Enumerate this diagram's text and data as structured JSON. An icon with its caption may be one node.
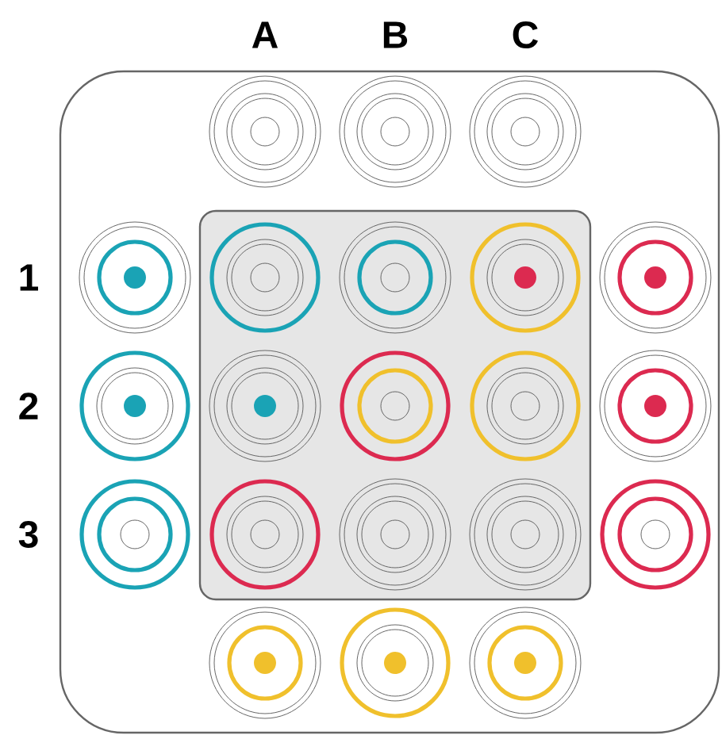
{
  "diagram": {
    "nodes": [
      {
        "text": [],
        "shape": "circle"
      },
      {
        "text": [],
        "shape": "circle"
      },
      {
        "text": [],
        "shape": "circle"
      },
      {
        "text": [],
        "shape": "circle"
      },
      {
        "text": [],
        "shape": "box"
      },
      {
        "text": [],
        "shape": "circle",
        "in": 4
      },
      {
        "text": [],
        "shape": "circle",
        "in": 4
      },
      {
        "text": [],
        "shape": "circle",
        "in": 4
      },
      {
        "text": [],
        "shape": "circle"
      },
      {
        "text": [],
        "shape": "circle"
      },
      {
        "text": [],
        "shape": "circle",
        "in": 4
      },
      {
        "text": [],
        "shape": "circle",
        "in": 4
      },
      {
        "text": [],
        "shape": "circle",
        "in": 4
      },
      {
        "text": [],
        "shape": "circle"
      },
      {
        "text": [],
        "shape": "circle"
      },
      {
        "text": [],
        "shape": "circle",
        "in": 4
      },
      {
        "text": [],
        "shape": "circle",
        "in": 4
      },
      {
        "text": [],
        "shape": "circle",
        "in": 4
      },
      {
        "text": [],
        "shape": "circle"
      },
      {
        "text": [],
        "shape": "circle"
      },
      {
        "text": [],
        "shape": "circle"
      },
      {
        "text": [],
        "shape": "circle"
      }
    ],
    "labels": [
      "A",
      "B",
      "C",
      "1",
      "2",
      "3"
    ]
  }
}
